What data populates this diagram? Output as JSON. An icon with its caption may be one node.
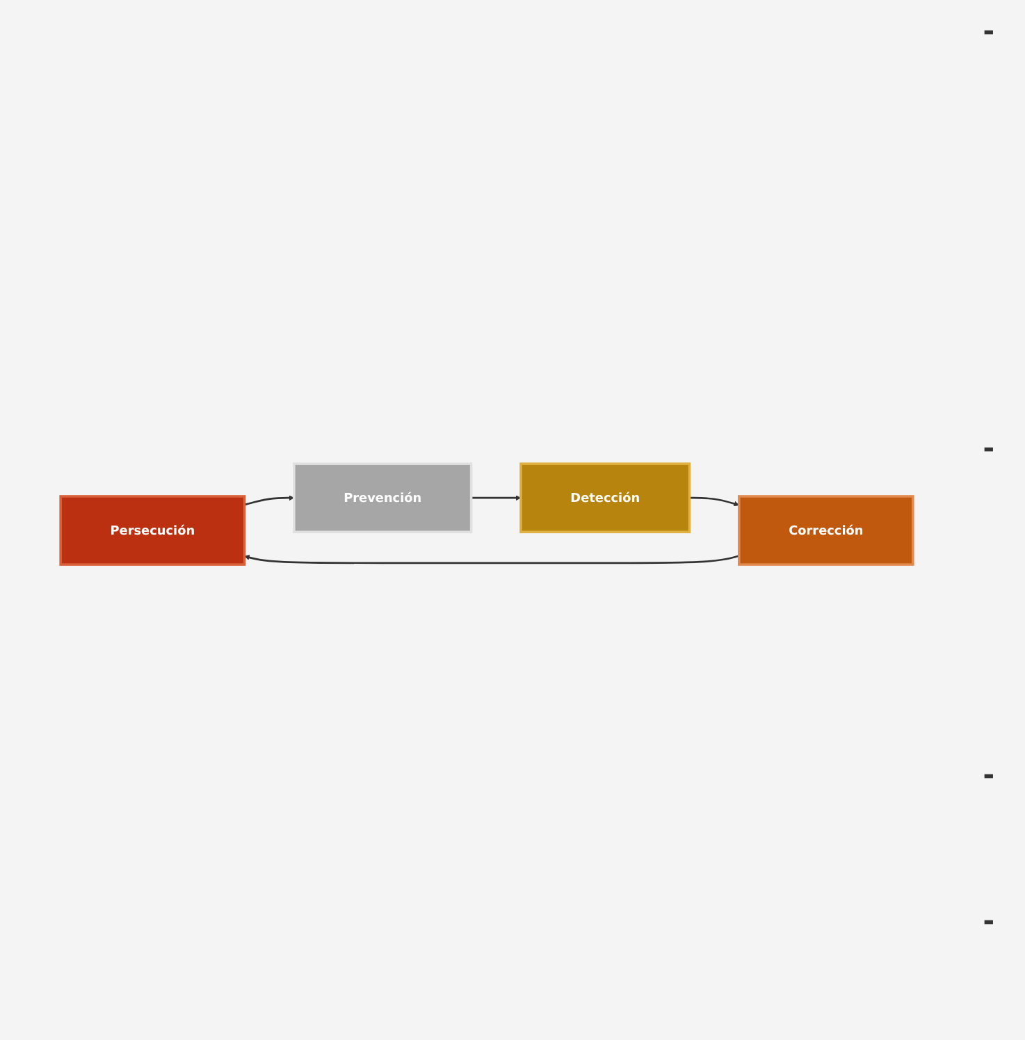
{
  "diagram": {
    "nodes": [
      {
        "text": [
          "Persecución"
        ]
      },
      {
        "text": [
          "Prevención"
        ]
      },
      {
        "text": [
          "Corrección"
        ]
      },
      {
        "text": [
          "Detección"
        ]
      }
    ],
    "edges": [
      {
        "from": 0,
        "to": 1,
        "arrow": "to"
      },
      {
        "from": 1,
        "to": 3,
        "arrow": "to"
      },
      {
        "from": 3,
        "to": 2,
        "arrow": "to"
      },
      {
        "from": 2,
        "to": 0,
        "arrow": "to"
      }
    ],
    "labels": [
      "-",
      "-",
      "-",
      "-"
    ]
  }
}
